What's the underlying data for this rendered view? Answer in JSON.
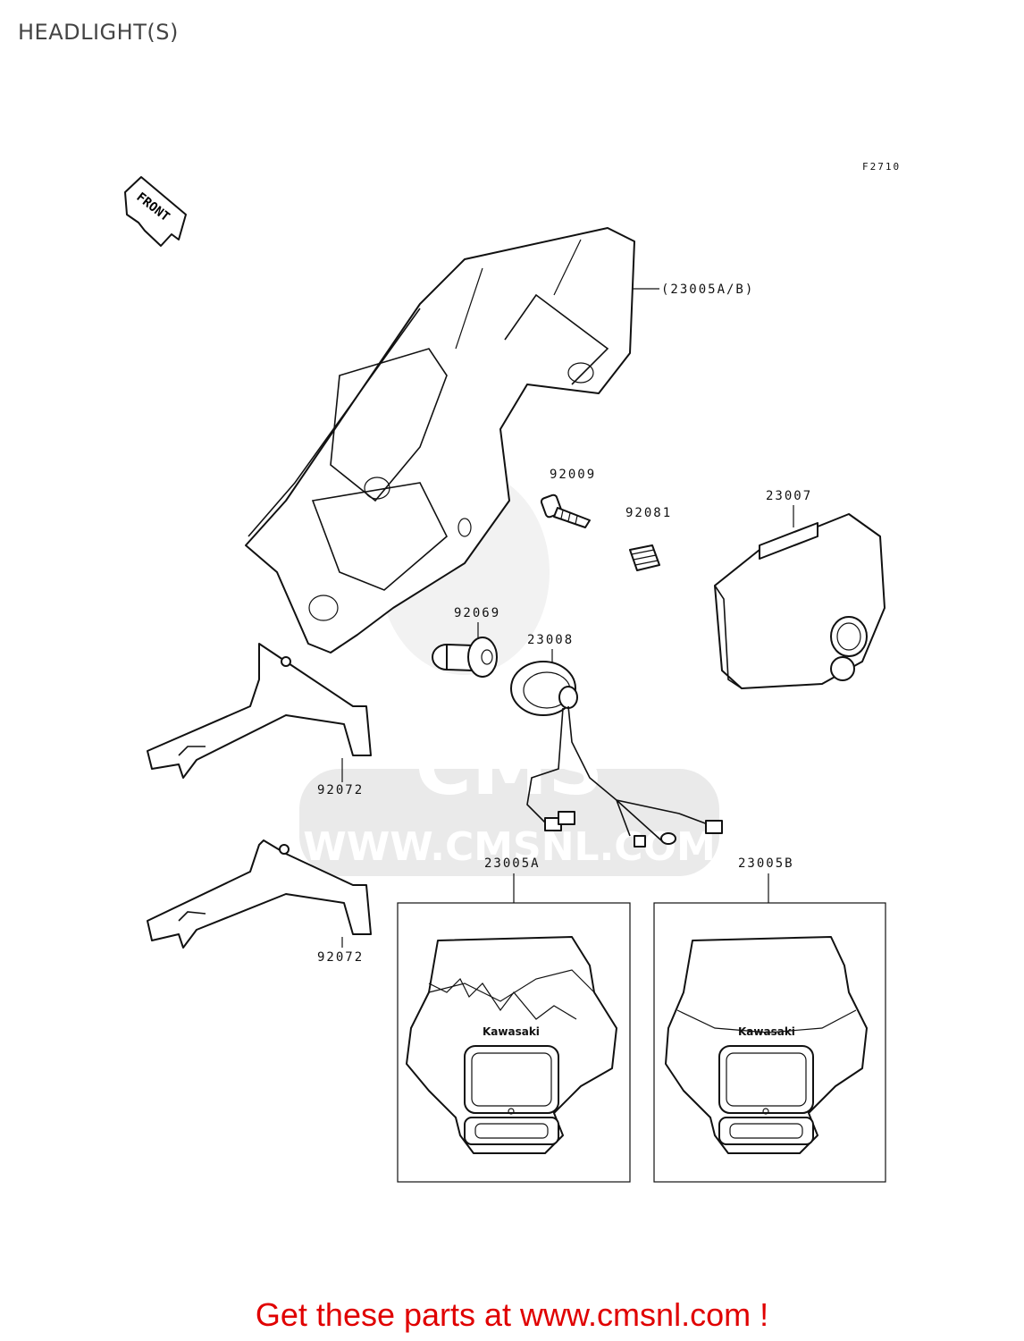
{
  "title": "HEADLIGHT(S)",
  "figure_code": "F2710",
  "front_arrow_label": "FRONT",
  "watermark": {
    "logo_text": "CMS",
    "url_text": "WWW.CMSNL.COM"
  },
  "parts": {
    "cover_assy": "(23005A/B)",
    "bolt": "92009",
    "spring": "92081",
    "headlight_unit": "23007",
    "bulb": "92069",
    "socket": "23008",
    "band_upper": "92072",
    "band_lower": "92072",
    "cover_a": "23005A",
    "cover_b": "23005B"
  },
  "brand_decal_a": "Kawasaki",
  "brand_decal_b": "Kawasaki",
  "footer": "Get these parts at www.cmsnl.com !"
}
